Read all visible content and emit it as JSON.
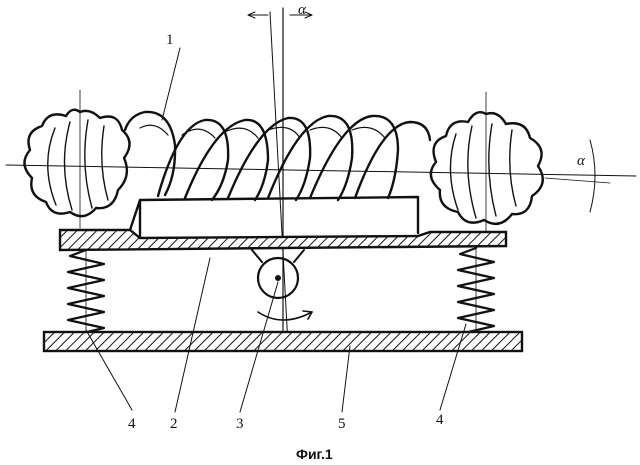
{
  "figure": {
    "caption": "Фиг.1",
    "labels": {
      "part1": "1",
      "part2": "2",
      "part3": "3",
      "part4_left": "4",
      "part4_right": "4",
      "part5": "5",
      "angle_top": "α",
      "angle_right": "α"
    }
  }
}
